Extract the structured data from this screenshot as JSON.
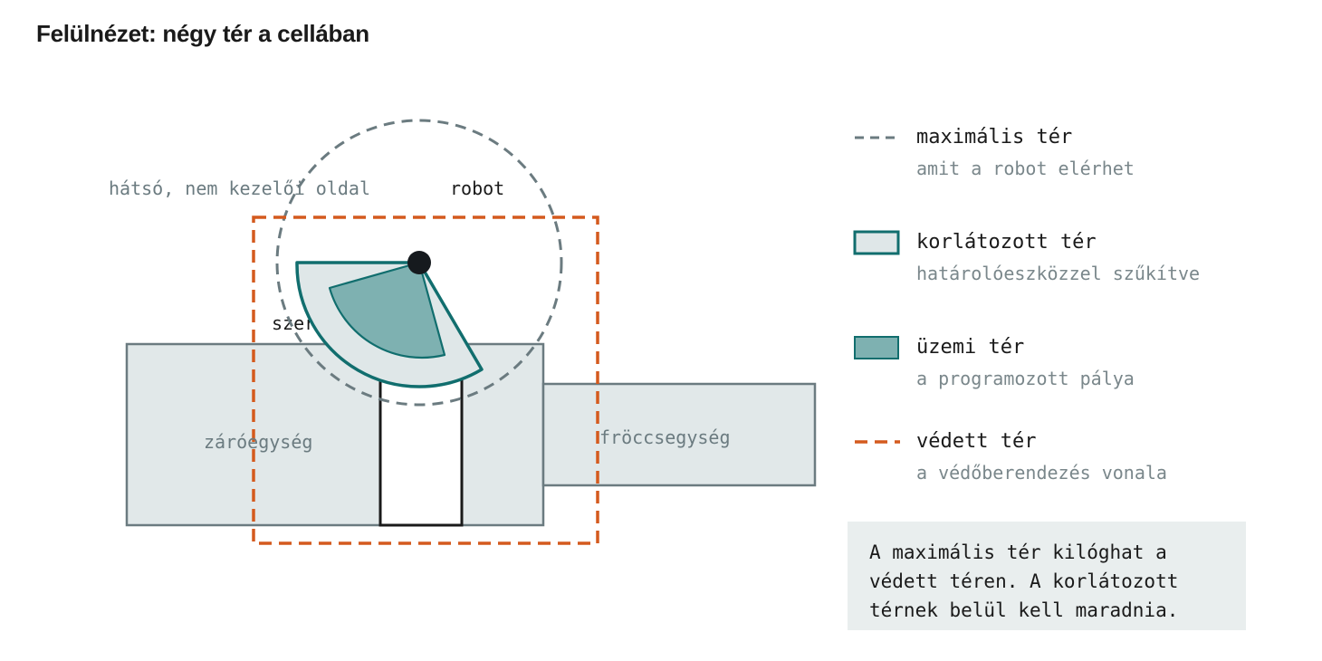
{
  "title": "Felülnézet: négy tér a cellában",
  "diagram": {
    "back_side_label": "hátsó, nem kezelői oldal",
    "robot_label": "robot",
    "tool_label": "szerszám",
    "clamp_label": "záróegység",
    "injection_label": "fröccsegység"
  },
  "legend": [
    {
      "title": "maximális tér",
      "sub": "amit a robot elérhet"
    },
    {
      "title": "korlátozott tér",
      "sub": "határolóeszközzel szűkítve"
    },
    {
      "title": "üzemi tér",
      "sub": "a programozott pálya"
    },
    {
      "title": "védett tér",
      "sub": "a védőberendezés vonala"
    }
  ],
  "note": "A maximális tér kilóghat a védett téren. A korlátozott térnek belül kell maradnia.",
  "colors": {
    "max_space": "#6b7b80",
    "restricted_fill": "#dfe7e8",
    "restricted_stroke": "#116e6e",
    "operating_fill": "#7eb1b1",
    "safeguarded": "#d45a1e",
    "machine_fill": "#e1e8e9",
    "machine_stroke": "#6b7b80"
  }
}
